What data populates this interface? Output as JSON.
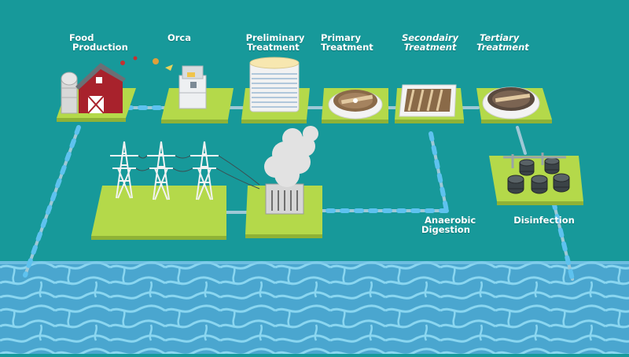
{
  "stages": {
    "food": {
      "line1": "Food",
      "line2": "Production"
    },
    "orca": {
      "line1": "Orca"
    },
    "preliminary": {
      "line1": "Preliminary",
      "line2": "Treatment"
    },
    "primary": {
      "line1": "Primary",
      "line2": "Treatment"
    },
    "secondary": {
      "line1": "Secondairy",
      "line2": "Treatment"
    },
    "tertiary": {
      "line1": "Tertiary",
      "line2": "Treatment"
    },
    "anaerobic": {
      "line1": "Anaerobic",
      "line2": "Digestion"
    },
    "disinfection": {
      "line1": "Disinfection"
    }
  },
  "colors": {
    "background": "#17999a",
    "platform": "#b4d94a",
    "pipe": "#9ec8d6",
    "pipe_joint": "#5ec2ef",
    "water": "#4aa6cf",
    "water_light": "#8ad6f0",
    "barn": "#a8222c"
  }
}
